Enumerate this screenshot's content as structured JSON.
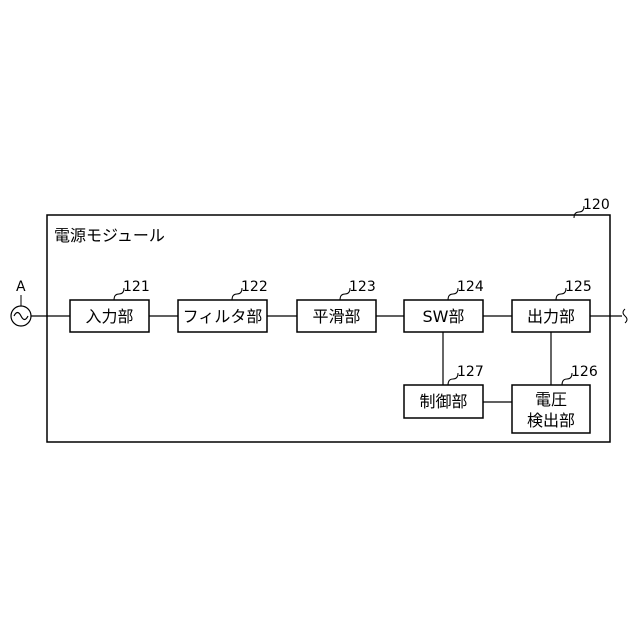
{
  "module": {
    "title": "電源モジュール",
    "ref": "120"
  },
  "source": {
    "label": "A"
  },
  "blocks": [
    {
      "id": "input",
      "label": "入力部",
      "ref": "121"
    },
    {
      "id": "filter",
      "label": "フィルタ部",
      "ref": "122"
    },
    {
      "id": "smoothing",
      "label": "平滑部",
      "ref": "123"
    },
    {
      "id": "sw",
      "label": "SW部",
      "ref": "124"
    },
    {
      "id": "output",
      "label": "出力部",
      "ref": "125"
    },
    {
      "id": "voltage-detect",
      "label_line1": "電圧",
      "label_line2": "検出部",
      "ref": "126"
    },
    {
      "id": "control",
      "label": "制御部",
      "ref": "127"
    }
  ]
}
